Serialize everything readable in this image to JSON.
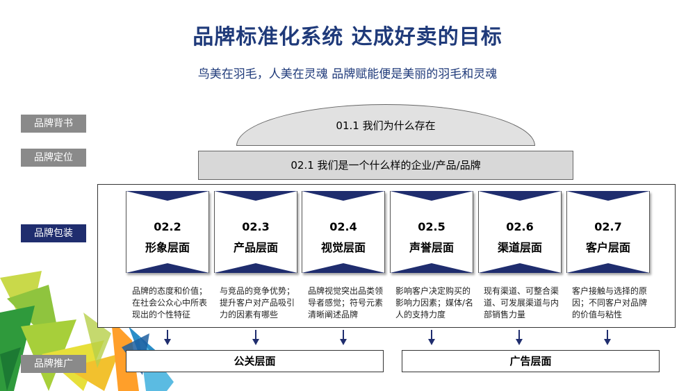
{
  "title": "品牌标准化系统 达成好卖的目标",
  "subtitle": "鸟美在羽毛，人美在灵魂 品牌赋能便是美丽的羽毛和灵魂",
  "tags": {
    "brand_endorse": "品牌背书",
    "brand_position": "品牌定位",
    "brand_package": "品牌包装",
    "brand_promote": "品牌推广"
  },
  "dome_text": "01.1 我们为什么存在",
  "bar_text": "02.1 我们是一个什么样的企业/产品/品牌",
  "cards": [
    {
      "num": "02.2",
      "label": "形象层面",
      "desc": "品牌的态度和价值；在社会公众心中所表现出的个性特征"
    },
    {
      "num": "02.3",
      "label": "产品层面",
      "desc": "与竞品的竞争优势；提升客户对产品吸引力的因素有哪些"
    },
    {
      "num": "02.4",
      "label": "视觉层面",
      "desc": "品牌视觉突出品类领导者感觉；符号元素清晰阐述品牌"
    },
    {
      "num": "02.5",
      "label": "声誉层面",
      "desc": "影响客户决定购买的影响力因素；媒体/名人的支持力度"
    },
    {
      "num": "02.6",
      "label": "渠道层面",
      "desc": "现有渠道、可整合渠道、可发展渠道与内部销售力量"
    },
    {
      "num": "02.7",
      "label": "客户层面",
      "desc": "客户接触与选择的原因；不同客户对品牌的价值与粘性"
    }
  ],
  "promo": {
    "pr": "公关层面",
    "ad": "广告层面"
  },
  "colors": {
    "navy": "#1f2d6e",
    "title_blue": "#1f3a7a",
    "tag_gray": "#8a8a8a"
  }
}
